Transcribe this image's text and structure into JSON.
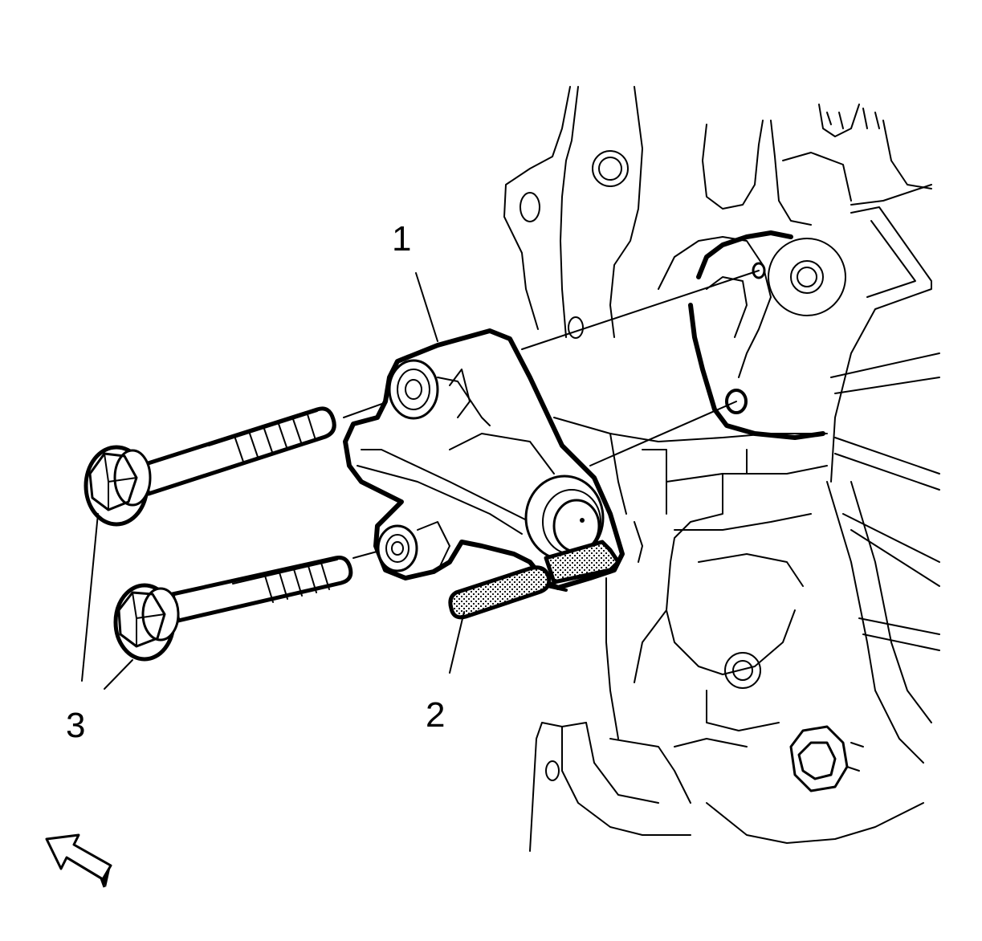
{
  "callouts": {
    "part1": "1",
    "part2": "2",
    "part3": "3"
  },
  "icons": {
    "view_direction": "view-arrow-icon"
  },
  "colors": {
    "line": "#000000",
    "background": "#ffffff"
  }
}
